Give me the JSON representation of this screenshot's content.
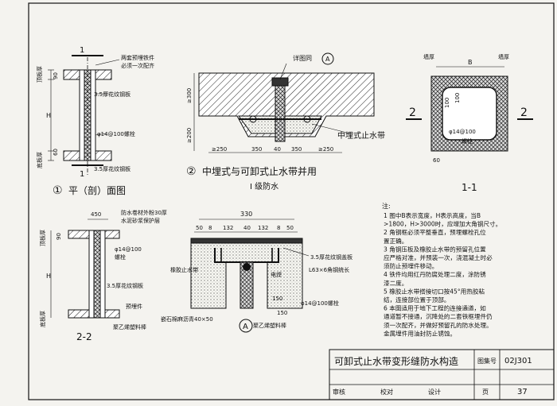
{
  "fig1": {
    "callout": "两套预埋铁件必须一次配齐",
    "label_top": "顶板厚",
    "label_bottom": "底板厚",
    "dim_90": "90",
    "dim_H": "H",
    "dim_60": "60",
    "plate": "3.5厚花纹钢板",
    "bolt": "φ14@100螺栓",
    "plate2": "3.5厚花纹钢板",
    "section_mark": "1",
    "number": "①",
    "title": "平（剖）面图"
  },
  "fig2": {
    "detail_ref": "详图同",
    "detail_letter": "A",
    "dim_300": "≥300",
    "dim_200": "≥200",
    "embedded_label": "中埋式止水带",
    "dims": [
      "≥250",
      "350",
      "40",
      "350",
      "≥250"
    ],
    "number": "②",
    "title": "中埋式与可卸式止水带并用",
    "grade": "I 级防水"
  },
  "sec11": {
    "label_wall_left": "墙厚",
    "label_wall_right": "墙厚",
    "dim_B": "B",
    "dim_100a": "100",
    "dim_100b": "100",
    "dim_60": "60",
    "bolt": "φ14@100",
    "bolt2": "螺栓",
    "cut": "2",
    "title": "1-1"
  },
  "fig22": {
    "dim_450": "450",
    "waterproof": "防水卷材外粉30厚水泥砂浆保护层",
    "label_top": "顶板厚",
    "label_bottom": "底板厚",
    "dim_90": "90",
    "dim_H": "H",
    "bolt": "φ14@100",
    "bolt2": "螺栓",
    "plate": "3.5厚花纹钢板",
    "embed": "预埋件",
    "ethylene": "聚乙烯塑料棒",
    "title": "2-2"
  },
  "detailA": {
    "dim_330": "330",
    "dims": [
      "50",
      "8",
      "132",
      "40",
      "132",
      "8",
      "50"
    ],
    "cover_plate": "3.5厚花纹钢盖板",
    "rubber": "橡胶止水带",
    "weld": "电焊",
    "angle": "L63×6角钢统长",
    "dim_150a": "150",
    "dim_150b": "150",
    "bolt": "φ14@100螺栓",
    "asphalt": "嵌石棉麻沥青40×50",
    "ethylene": "聚乙烯塑料棒",
    "letter": "A"
  },
  "notes": {
    "heading": "注:",
    "items": [
      "1  图中B表示宽度，H表示高度，当B",
      "   >1800，H>3000时，应增加大角钢尺寸。",
      "2  角钢框必须平整垂直，预埋螺栓孔位",
      "   置正确。",
      "3  角钢压板及橡胶止水带的预留孔位置",
      "   应严格对准，并预装一次，浇混凝土时必",
      "   须防止预埋件移动。",
      "4  铁件均用红丹防腐处理二度，涂防锈",
      "   漆二度。",
      "5  橡胶止水带搭接切口按45°用热胶粘",
      "   结，连接部位置于顶部。",
      "6  本图适用于地下工程的连接通道，如",
      "   通道暂不接通，沉降处的二套铁框埋件仍",
      "   须一次配齐，并做好预留孔的防水处理。",
      "   金属埋件用油封防止锈蚀。"
    ]
  },
  "titleblock": {
    "title": "可卸式止水带变形缝防水构造",
    "atlas_label": "图集号",
    "atlas_no": "02J301",
    "review": "审核",
    "check": "校对",
    "design": "设计",
    "page_label": "页",
    "page_no": "37"
  }
}
